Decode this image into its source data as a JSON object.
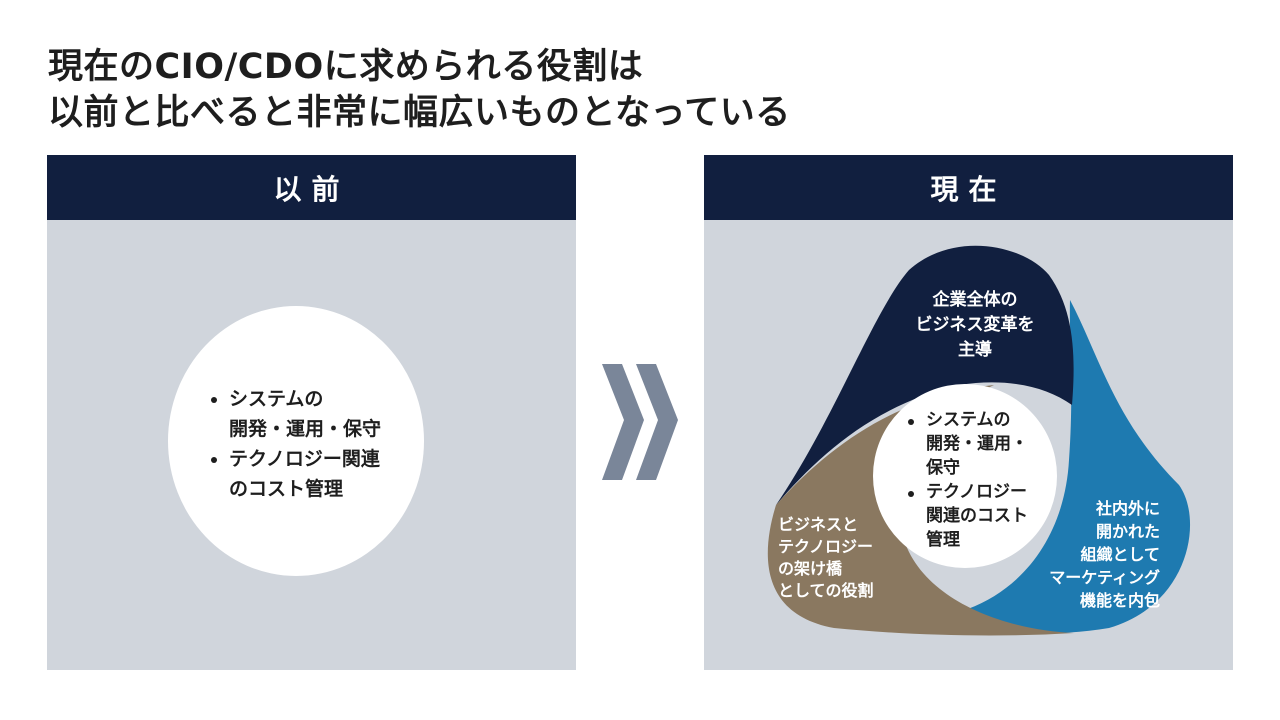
{
  "title": {
    "line1": "現在のCIO/CDOに求められる役割は",
    "line2": "以前と比べると非常に幅広いものとなっている"
  },
  "before": {
    "header": "以前",
    "items": [
      [
        "システムの",
        "開発・運用・保守"
      ],
      [
        "テクノロジー関連",
        "のコスト管理"
      ]
    ]
  },
  "after": {
    "header": "現在",
    "top": [
      "企業全体の",
      "ビジネス変革を",
      "主導"
    ],
    "left": [
      "ビジネスと",
      "テクノロジー",
      "の架け橋",
      "としての役割"
    ],
    "right": [
      "社内外に",
      "開かれた",
      "組織として",
      "マーケティング",
      "機能を内包"
    ],
    "center": [
      [
        "システムの",
        "開発・運用・",
        "保守"
      ],
      [
        "テクノロジー",
        "関連のコスト",
        "管理"
      ]
    ]
  },
  "colors": {
    "navy": "#111f3f",
    "brown": "#8a7860",
    "blue": "#1e7ab0",
    "panel": "#d0d5dc",
    "chevron": "#7a8699"
  },
  "icons": {
    "arrow": "double-chevron-right-icon"
  }
}
